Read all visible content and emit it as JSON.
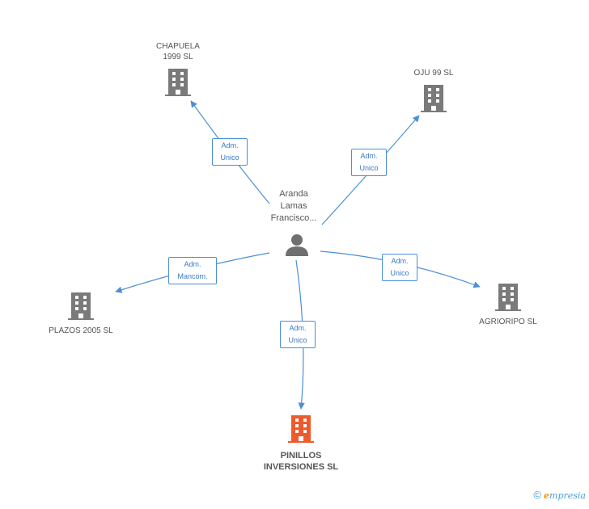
{
  "center": {
    "label": "Aranda\nLamas\nFrancisco..."
  },
  "companies": [
    {
      "id": "chapuela",
      "label": "CHAPUELA\n1999 SL",
      "role": "Adm.\nUnico"
    },
    {
      "id": "oju99",
      "label": "OJU 99 SL",
      "role": "Adm.\nUnico"
    },
    {
      "id": "plazos2005",
      "label": "PLAZOS 2005 SL",
      "role": "Adm.\nMancom."
    },
    {
      "id": "agrioripo",
      "label": "AGRIORIPO SL",
      "role": "Adm.\nUnico"
    },
    {
      "id": "pinillos",
      "label": "PINILLOS\nINVERSIONES SL",
      "role": "Adm.\nUnico"
    }
  ],
  "colors": {
    "edge": "#4a8fd8",
    "building": "#7a7a7a",
    "focus_building": "#ee5a2c",
    "person": "#6f6f6f"
  },
  "brand": {
    "copyright": "©",
    "first_letter": "e",
    "rest": "mpresia"
  }
}
